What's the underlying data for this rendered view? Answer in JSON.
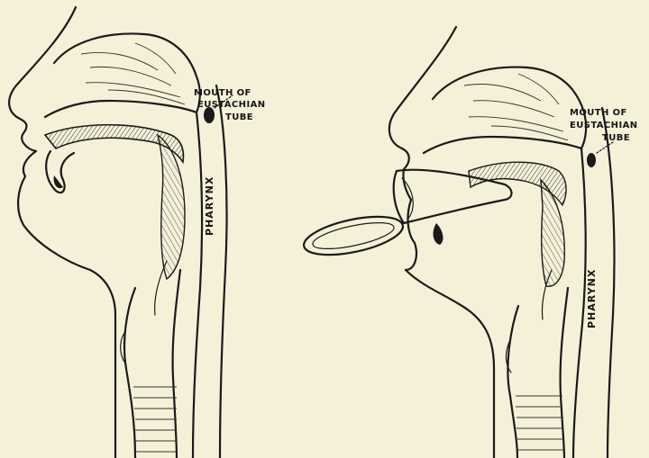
{
  "figures": [
    {
      "label_line1": "MOUTH OF",
      "label_line2": "EUSTACHIAN",
      "label_line3": "TUBE",
      "region_label": "PHARYNX"
    },
    {
      "label_line1": "MOUTH OF",
      "label_line2": "EUSTACHIAN",
      "label_line3": "TUBE",
      "region_label": "PHARYNX"
    }
  ],
  "colors": {
    "paper": "#f4f1d8",
    "ink": "#1a1a1a"
  }
}
